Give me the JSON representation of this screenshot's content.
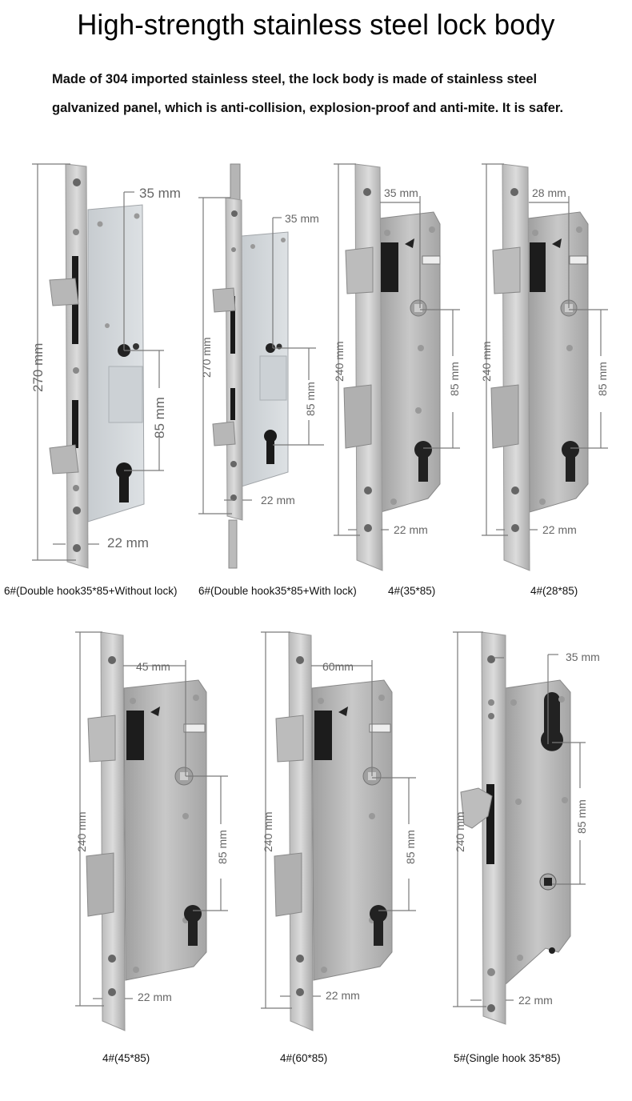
{
  "header": {
    "title": "High-strength stainless steel lock body",
    "description_line1": "Made of 304 imported stainless steel, the lock body is made of stainless steel",
    "description_line2": "galvanized panel, which is anti-collision, explosion-proof and anti-mite. It is safer."
  },
  "colors": {
    "background": "#ffffff",
    "dimension_line": "#7a7a7a",
    "dimension_text": "#666666",
    "steel_faceplate": "#c9c9c9",
    "steel_case_galvanized": "#d3d8dc",
    "steel_case_brushed": "#bdbdbd"
  },
  "products": [
    {
      "caption": "6#(Double hook35*85+Without lock)",
      "height_label": "270 mm",
      "backset_label": "35 mm",
      "centre_label": "85 mm",
      "faceplate_label": "22 mm"
    },
    {
      "caption": "6#(Double hook35*85+With lock)",
      "height_label": "270 mm",
      "backset_label": "35 mm",
      "centre_label": "85 mm",
      "faceplate_label": "22 mm"
    },
    {
      "caption": "4#(35*85)",
      "height_label": "240 mm",
      "backset_label": "35 mm",
      "centre_label": "85 mm",
      "faceplate_label": "22 mm"
    },
    {
      "caption": "4#(28*85)",
      "height_label": "240 mm",
      "backset_label": "28 mm",
      "centre_label": "85 mm",
      "faceplate_label": "22 mm"
    },
    {
      "caption": "4#(45*85)",
      "height_label": "240 mm",
      "backset_label": "45 mm",
      "centre_label": "85 mm",
      "faceplate_label": "22 mm"
    },
    {
      "caption": "4#(60*85)",
      "height_label": "240 mm",
      "backset_label": "60mm",
      "centre_label": "85 mm",
      "faceplate_label": "22 mm"
    },
    {
      "caption": "5#(Single hook 35*85)",
      "height_label": "240 mm",
      "backset_label": "35 mm",
      "centre_label": "85 mm",
      "faceplate_label": "22 mm"
    }
  ]
}
